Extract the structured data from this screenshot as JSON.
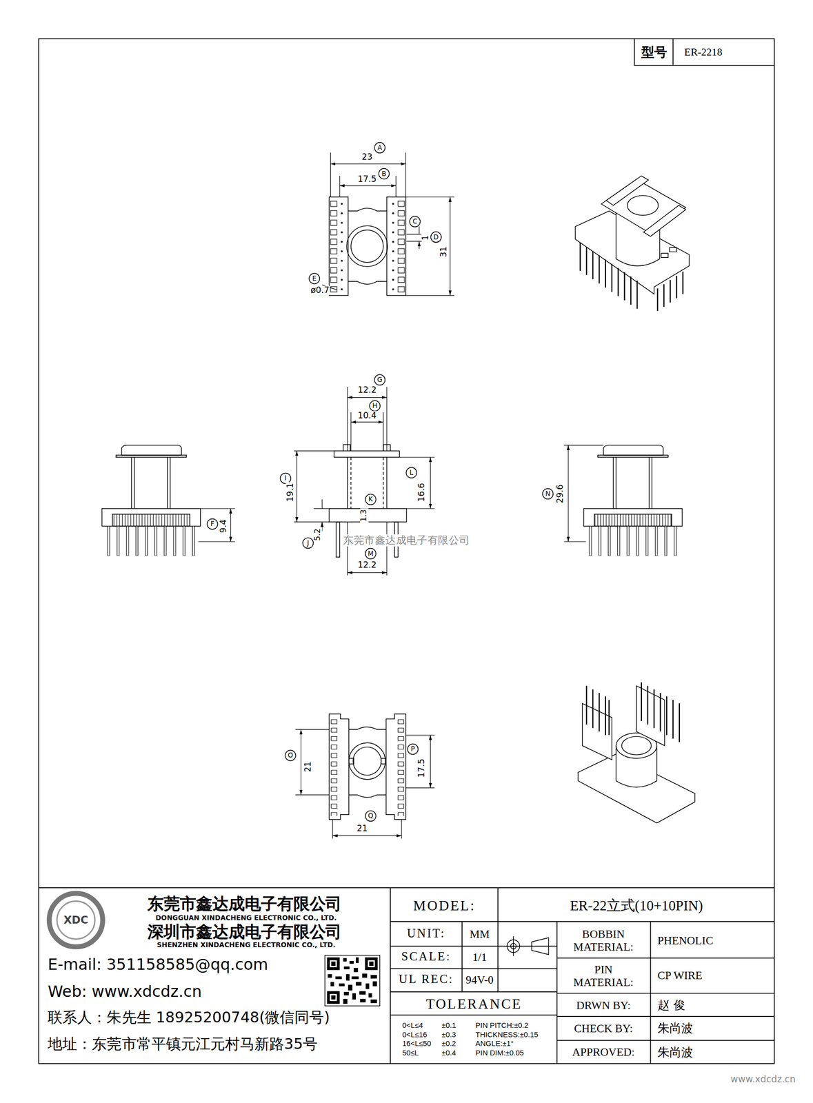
{
  "diagram": {
    "nodes": [
      {
        "text": [
          "A"
        ]
      },
      {
        "text": [
          "B"
        ]
      },
      {
        "text": [
          "C"
        ]
      },
      {
        "text": [
          "D"
        ]
      },
      {
        "text": [
          "E"
        ]
      },
      {
        "text": [
          "F"
        ]
      },
      {
        "text": [
          "G"
        ]
      },
      {
        "text": [
          "H"
        ]
      },
      {
        "text": [
          "I"
        ]
      },
      {
        "text": [
          "J"
        ]
      },
      {
        "text": [
          "K"
        ]
      },
      {
        "text": [
          "L"
        ]
      },
      {
        "text": [
          "M"
        ]
      },
      {
        "text": [
          "N"
        ]
      },
      {
        "text": [
          "O"
        ]
      },
      {
        "text": [
          "P"
        ]
      },
      {
        "text": [
          "Q"
        ]
      }
    ],
    "labels": [
      "型号",
      "ER-2218",
      "23",
      "17.5",
      "1",
      "31",
      "ø0.7",
      "9.4",
      "12.2",
      "10.4",
      "19.1",
      "5.2",
      "1.3",
      "16.6",
      "东莞市鑫达成电子有限公司",
      "12.2",
      "29.6",
      "21",
      "17.5",
      "21",
      "XDC",
      "东莞市鑫达成电子有限公司",
      "DONGGUAN XINDACHENG ELECTRONIC CO., LTD.",
      "深圳市鑫达成电子有限公司",
      "SHENZHEN XINDACHENG ELECTRONIC CO., LTD.",
      "E-mail: 351158585@qq.com",
      "Web: www.xdcdz.cn",
      "联系人：朱先生 18925200748(微信同号)",
      "地址：东莞市常平镇元江元村马新路35号",
      "MODEL:",
      "ER-22立式(10+10PIN)",
      "UNIT:",
      "MM",
      "SCALE:",
      "1/1",
      "UL REC:",
      "94V-0",
      "TOLERANCE",
      "0<L≤4",
      "±0.1",
      "PIN PITCH:±0.2",
      "0<L≤16",
      "±0.3",
      "THICKNESS:±0.15",
      "16<L≤50",
      "±0.2",
      "ANGLE:±1°",
      "50≤L",
      "±0.4",
      "PIN DIM:±0.05",
      "BOBBIN MATERIAL:",
      "PHENOLIC",
      "PIN MATERIAL:",
      "CP WIRE",
      "DRWN BY:",
      "赵 俊",
      "CHECK BY:",
      "朱尚波",
      "APPROVED:",
      "朱尚波",
      "www.xdcdz.cn"
    ]
  }
}
